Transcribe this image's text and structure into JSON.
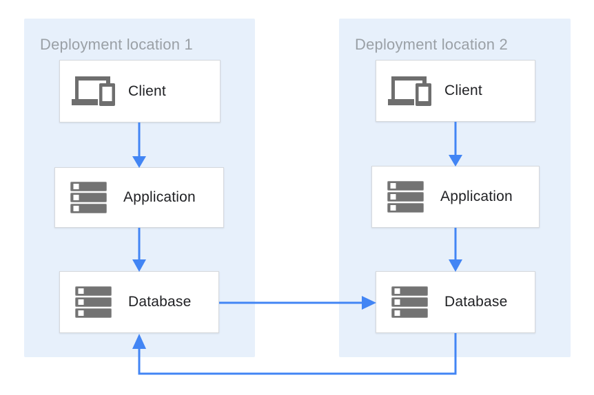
{
  "diagram": {
    "panels": [
      {
        "title": "Deployment location 1",
        "nodes": [
          {
            "label": "Client",
            "icon": "devices-icon"
          },
          {
            "label": "Application",
            "icon": "server-stack-icon"
          },
          {
            "label": "Database",
            "icon": "server-stack-icon"
          }
        ]
      },
      {
        "title": "Deployment location 2",
        "nodes": [
          {
            "label": "Client",
            "icon": "devices-icon"
          },
          {
            "label": "Application",
            "icon": "server-stack-icon"
          },
          {
            "label": "Database",
            "icon": "server-stack-icon"
          }
        ]
      }
    ],
    "connections": [
      {
        "from": "client-1",
        "to": "application-1",
        "style": "arrow-down"
      },
      {
        "from": "application-1",
        "to": "database-1",
        "style": "arrow-down"
      },
      {
        "from": "client-2",
        "to": "application-2",
        "style": "arrow-down"
      },
      {
        "from": "application-2",
        "to": "database-2",
        "style": "arrow-down"
      },
      {
        "from": "database-1",
        "to": "database-2",
        "style": "arrow-right"
      },
      {
        "from": "database-2",
        "to": "database-1",
        "style": "arrow-return-bottom"
      }
    ],
    "colors": {
      "panel_background": "#E7F0FB",
      "arrow_blue": "#4285F4",
      "icon_gray": "#6E6E6E",
      "title_gray": "#9AA0A6",
      "label_text": "#202124",
      "box_border": "#D5D8DC"
    }
  }
}
